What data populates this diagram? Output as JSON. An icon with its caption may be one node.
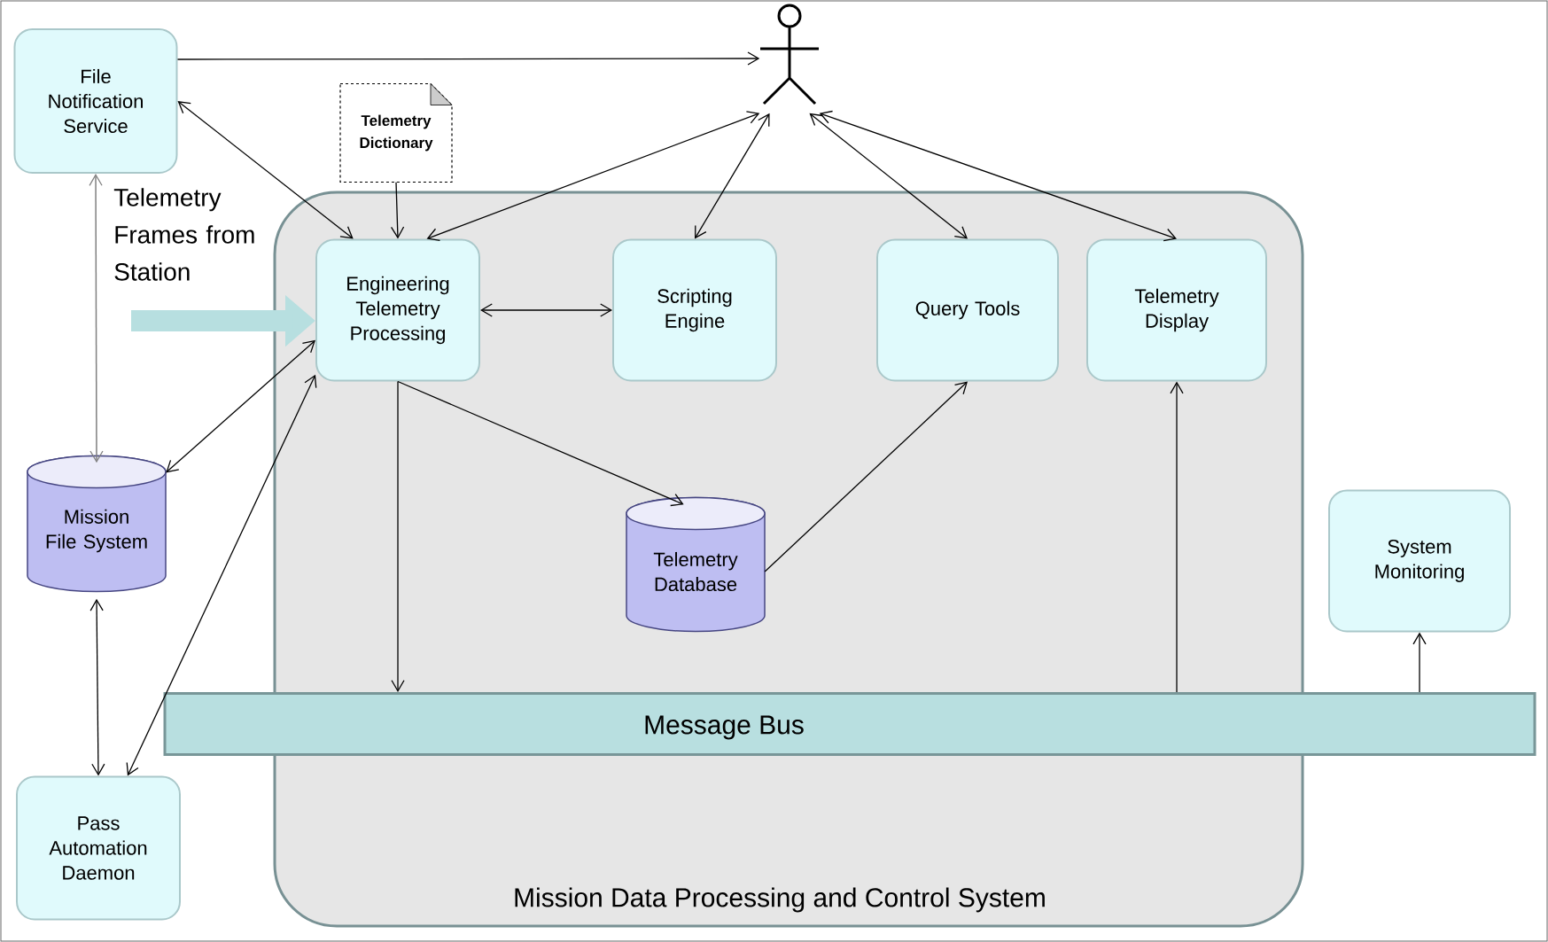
{
  "diagram": {
    "nodes": [
      {
        "text": [
          "Mission Data Processing and Control System"
        ]
      },
      {
        "text": [
          "File Notification Service"
        ]
      },
      {
        "text": [],
        "shape": "person"
      },
      {
        "text": [
          "Telemetry Dictionary"
        ]
      },
      {
        "text": [
          "Engineering Telemetry Processing"
        ],
        "in": 0
      },
      {
        "text": [
          "Scripting Engine"
        ],
        "in": 0
      },
      {
        "text": [
          "Query Tools"
        ],
        "in": 0
      },
      {
        "text": [
          "Telemetry Display"
        ],
        "in": 0
      },
      {
        "text": [
          "Mission File System"
        ]
      },
      {
        "text": [
          "Telemetry Database"
        ],
        "in": 0
      },
      {
        "text": [
          "Message Bus"
        ]
      },
      {
        "text": [
          "System Monitoring"
        ]
      },
      {
        "text": [
          "Pass Automation Daemon"
        ]
      }
    ],
    "edges": [
      {
        "from": 1,
        "to": 2,
        "arrow": "to"
      },
      {
        "from": 1,
        "to": 4,
        "arrow": "both"
      },
      {
        "from": 3,
        "to": 4,
        "arrow": "to"
      },
      {
        "from": 4,
        "to": 2,
        "arrow": "both"
      },
      {
        "from": 5,
        "to": 2,
        "arrow": "both"
      },
      {
        "from": 6,
        "to": 2,
        "arrow": "both"
      },
      {
        "from": 7,
        "to": 2,
        "arrow": "both"
      },
      {
        "from": 4,
        "to": 5,
        "arrow": "both"
      },
      {
        "from": 1,
        "to": 8,
        "arrow": "both",
        "color": "#808080"
      },
      {
        "from": 4,
        "to": 8,
        "arrow": "both"
      },
      {
        "from": 4,
        "to": 12,
        "arrow": "both"
      },
      {
        "from": 8,
        "to": 12,
        "arrow": "both"
      },
      {
        "from": 4,
        "to": 10,
        "arrow": "to"
      },
      {
        "from": 4,
        "to": 9,
        "arrow": "to"
      },
      {
        "from": 9,
        "to": 6,
        "arrow": "to"
      },
      {
        "from": 10,
        "to": 7,
        "arrow": "to"
      },
      {
        "from": 10,
        "to": 11,
        "arrow": "to"
      },
      {
        "from": null,
        "to": 4,
        "arrow": "to",
        "style": "thick",
        "color": "#b7dfe0"
      }
    ],
    "labels": [
      "Telemetry Frames from Station"
    ]
  }
}
